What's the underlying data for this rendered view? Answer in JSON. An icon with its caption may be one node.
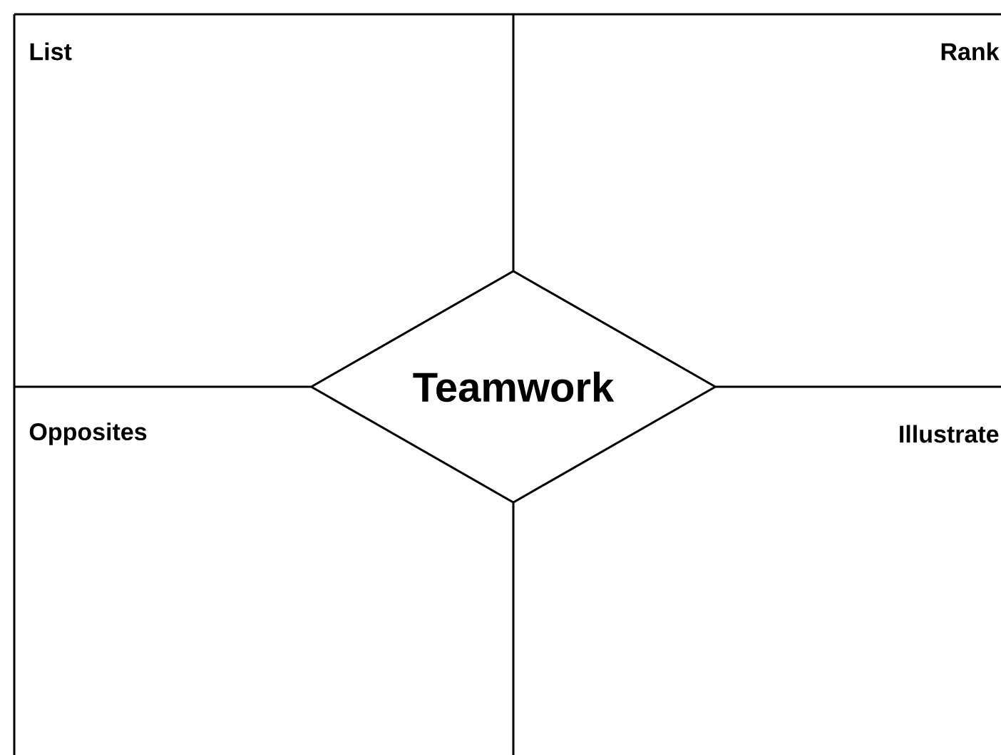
{
  "diagram": {
    "nodes": [
      {
        "text": [
          "Teamwork"
        ]
      }
    ],
    "labels": [
      "List",
      "Rank",
      "Opposites",
      "Illustrate"
    ]
  }
}
